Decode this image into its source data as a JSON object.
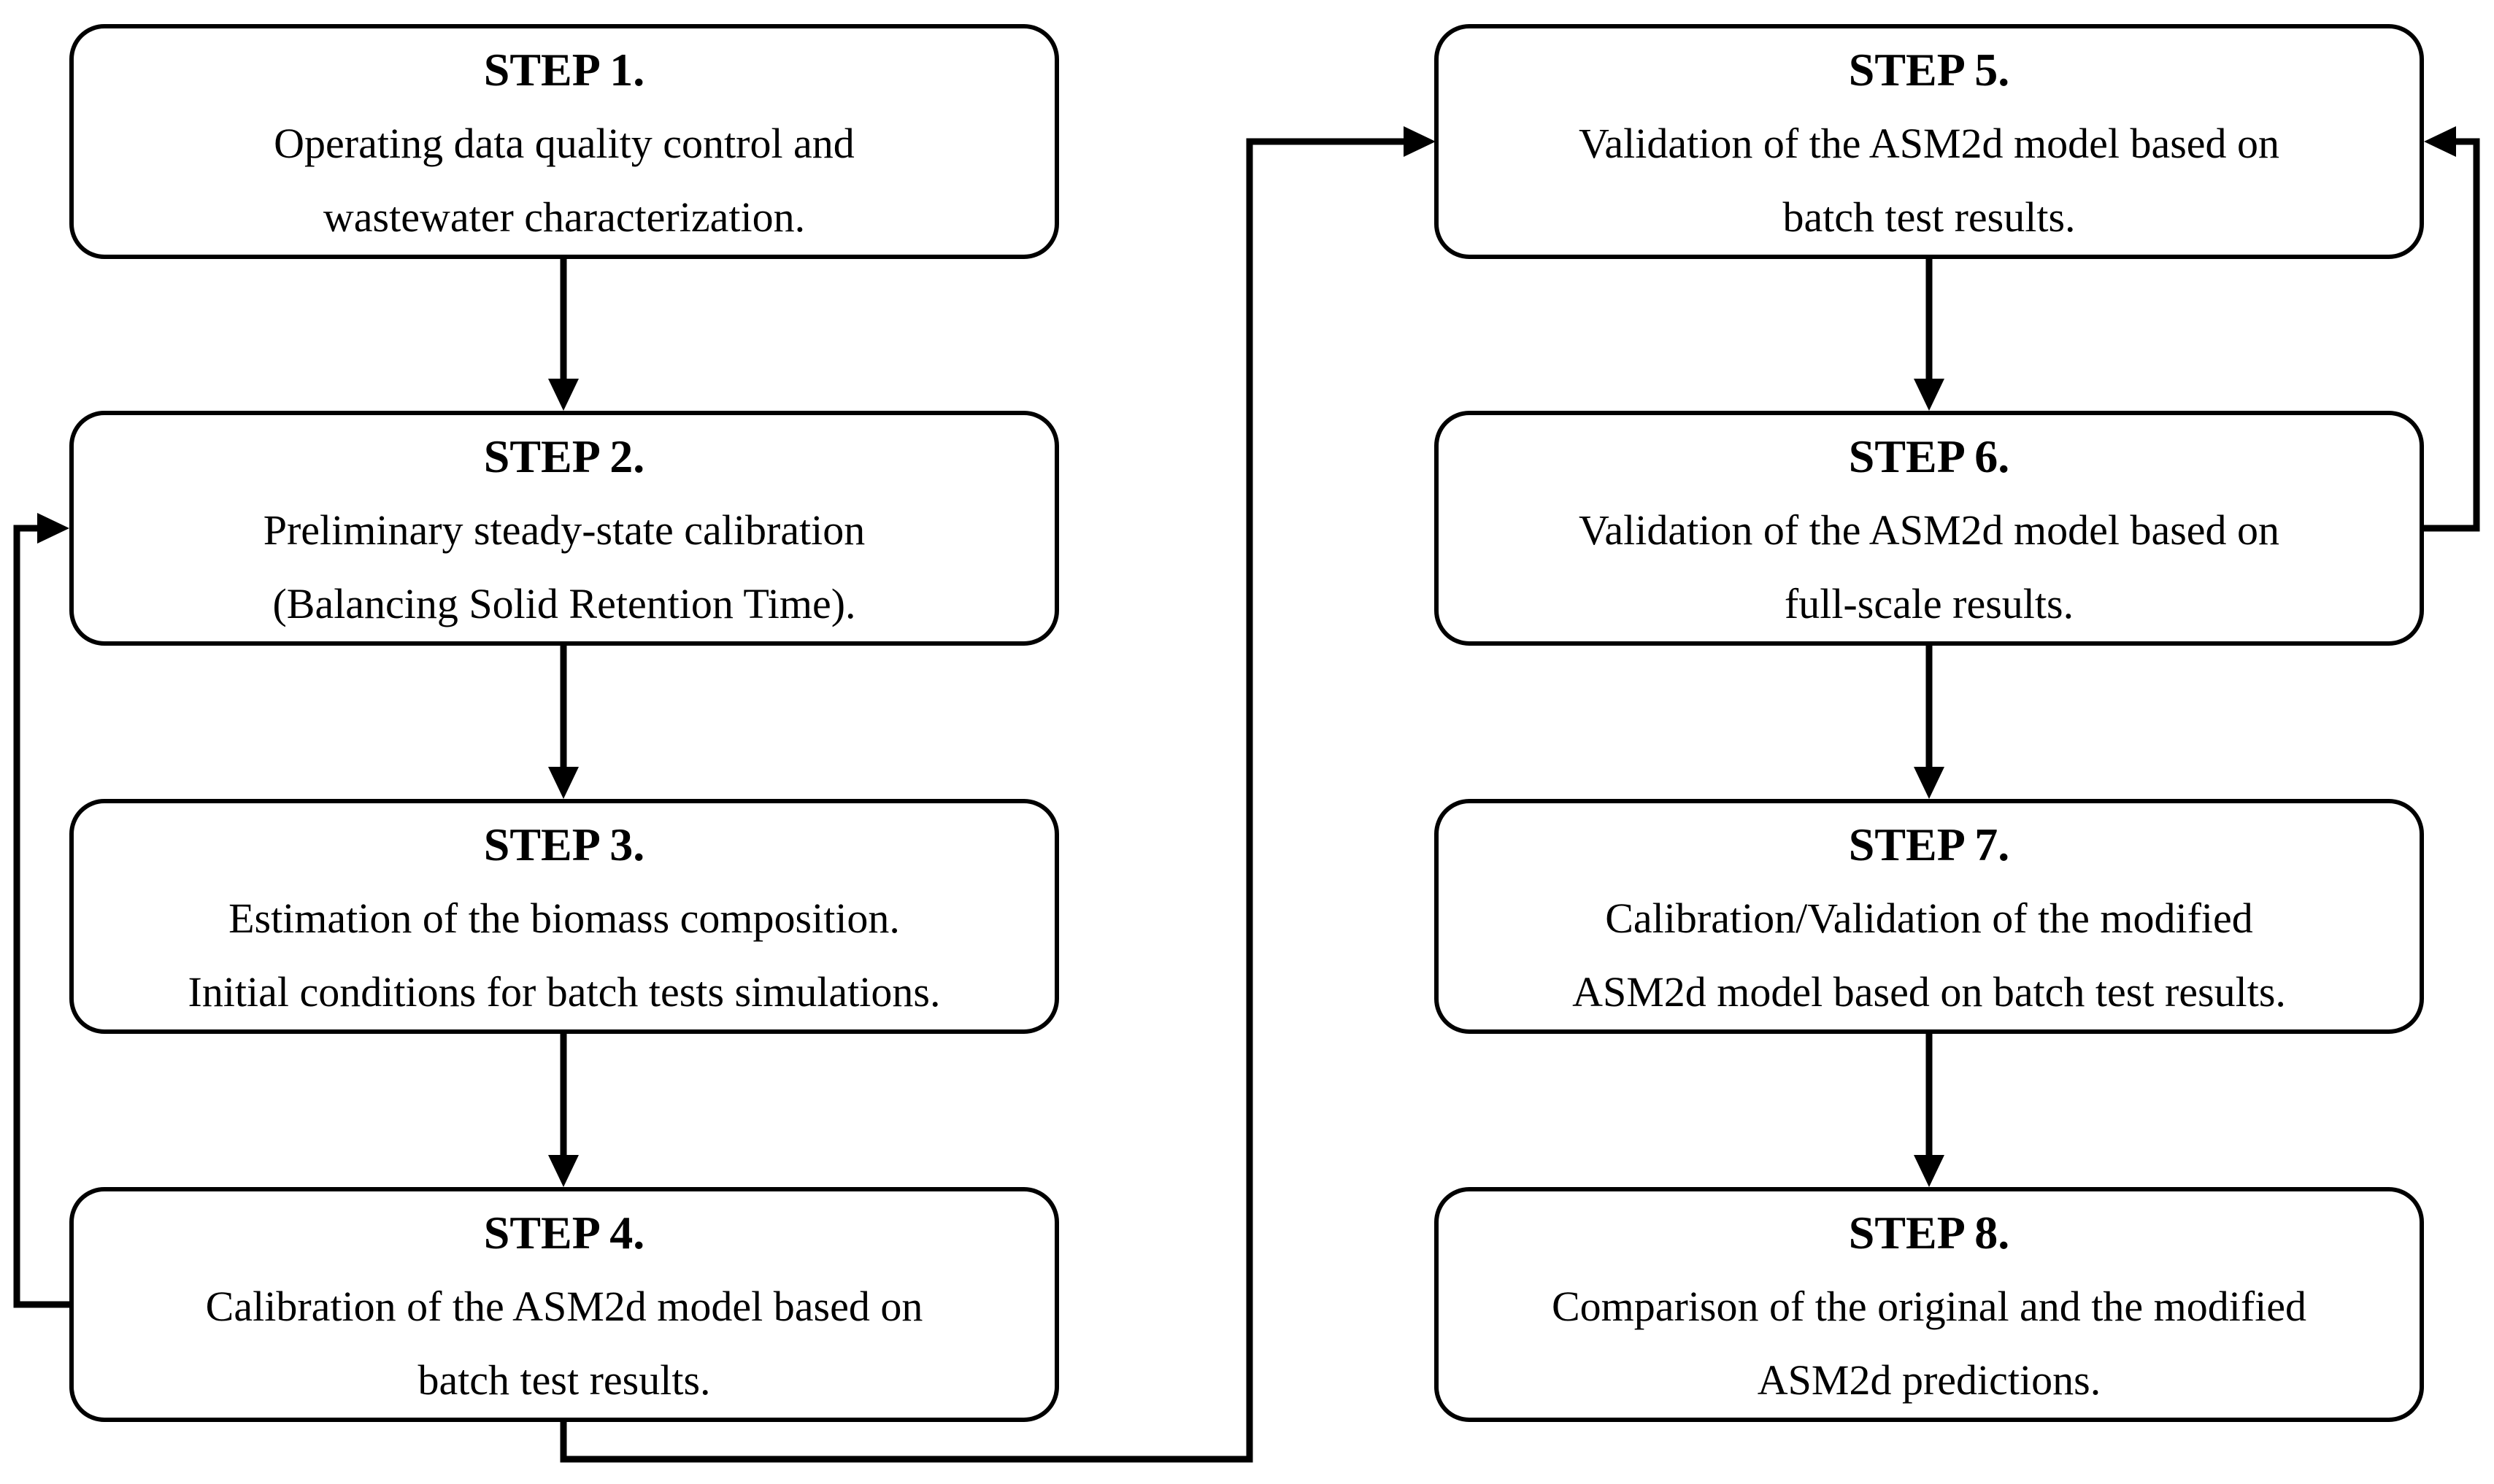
{
  "page": {
    "background": "#ffffff",
    "line_color": "#000000",
    "text_color": "#000000"
  },
  "diagram": {
    "steps": [
      {
        "title": "STEP 1.",
        "lines": [
          "Operating data quality control and",
          "wastewater characterization."
        ]
      },
      {
        "title": "STEP 2.",
        "lines": [
          "Preliminary steady-state calibration",
          "(Balancing Solid Retention Time)."
        ]
      },
      {
        "title": "STEP 3.",
        "lines": [
          "Estimation of the biomass composition.",
          "Initial conditions for batch tests simulations."
        ]
      },
      {
        "title": "STEP 4.",
        "lines": [
          "Calibration of the ASM2d model based on",
          "batch test results."
        ]
      },
      {
        "title": "STEP 5.",
        "lines": [
          "Validation of the ASM2d model based on",
          "batch test results."
        ]
      },
      {
        "title": "STEP 6.",
        "lines": [
          "Validation of the ASM2d model based on",
          "full-scale results."
        ]
      },
      {
        "title": "STEP 7.",
        "lines": [
          "Calibration/Validation of the modified",
          "ASM2d model based on batch test results."
        ]
      },
      {
        "title": "STEP 8.",
        "lines": [
          "Comparison of the original and the modified",
          "ASM2d predictions."
        ]
      }
    ],
    "connections": [
      {
        "from": "STEP 1.",
        "to": "STEP 2.",
        "type": "forward"
      },
      {
        "from": "STEP 2.",
        "to": "STEP 3.",
        "type": "forward"
      },
      {
        "from": "STEP 3.",
        "to": "STEP 4.",
        "type": "forward"
      },
      {
        "from": "STEP 4.",
        "to": "STEP 2.",
        "type": "feedback"
      },
      {
        "from": "STEP 4.",
        "to": "STEP 5.",
        "type": "forward"
      },
      {
        "from": "STEP 5.",
        "to": "STEP 6.",
        "type": "forward"
      },
      {
        "from": "STEP 6.",
        "to": "STEP 5.",
        "type": "feedback"
      },
      {
        "from": "STEP 6.",
        "to": "STEP 7.",
        "type": "forward"
      },
      {
        "from": "STEP 7.",
        "to": "STEP 8.",
        "type": "forward"
      }
    ]
  }
}
